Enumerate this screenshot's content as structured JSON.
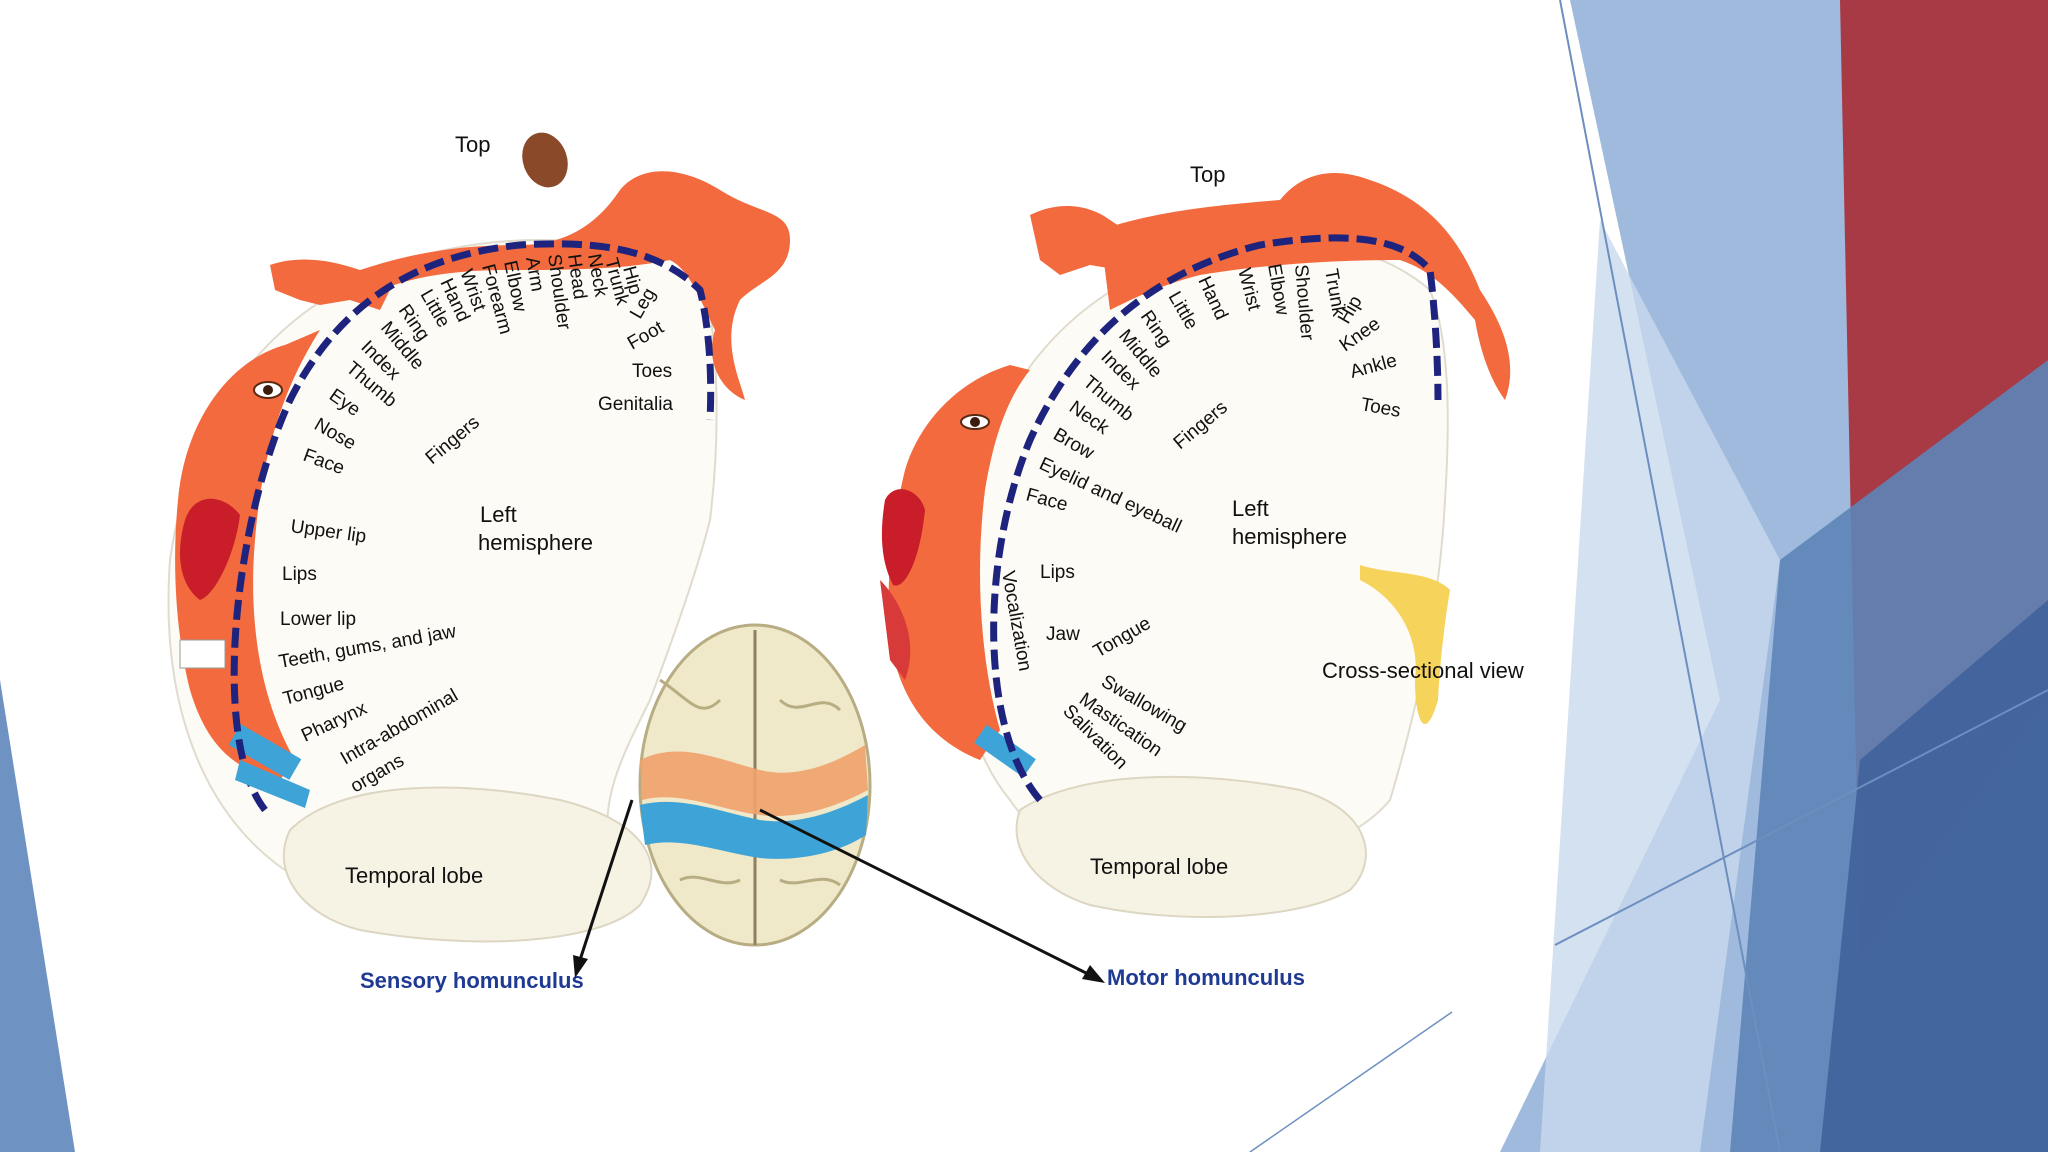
{
  "theme": {
    "slide_bg": "#ffffff",
    "accent_blue": "#5d85b8",
    "accent_red": "#a83a45",
    "homunculus_skin": "#f26a3d",
    "cortex_line": "#1e237e",
    "label_blue": "#1f3a93"
  },
  "sensory": {
    "top": "Top",
    "hemisphere_1": "Left",
    "hemisphere_2": "hemisphere",
    "temporal": "Temporal lobe",
    "fingers": "Fingers",
    "caption": "Sensory homunculus",
    "radial_labels": [
      "Genitalia",
      "Toes",
      "Foot",
      "Leg",
      "Hip",
      "Trunk",
      "Neck",
      "Head",
      "Shoulder",
      "Arm",
      "Elbow",
      "Forearm",
      "Wrist",
      "Hand",
      "Little",
      "Ring",
      "Middle",
      "Index",
      "Thumb",
      "Eye",
      "Nose",
      "Face"
    ],
    "side_labels": [
      "Upper lip",
      "Lips",
      "Lower lip",
      "Teeth, gums, and jaw",
      "Tongue",
      "Pharynx",
      "Intra-abdominal",
      "organs"
    ]
  },
  "motor": {
    "top": "Top",
    "hemisphere_1": "Left",
    "hemisphere_2": "hemisphere",
    "temporal": "Temporal lobe",
    "cross_section": "Cross-sectional view",
    "fingers": "Fingers",
    "caption": "Motor homunculus",
    "radial_labels": [
      "Toes",
      "Ankle",
      "Knee",
      "Hip",
      "Trunk",
      "Shoulder",
      "Elbow",
      "Wrist",
      "Hand",
      "Little",
      "Ring",
      "Middle",
      "Index",
      "Thumb",
      "Neck",
      "Brow",
      "Eyelid and eyeball",
      "Face"
    ],
    "side_labels": [
      "Lips",
      "Jaw",
      "Tongue",
      "Swallowing",
      "Mastication",
      "Salivation",
      "Vocalization"
    ]
  }
}
